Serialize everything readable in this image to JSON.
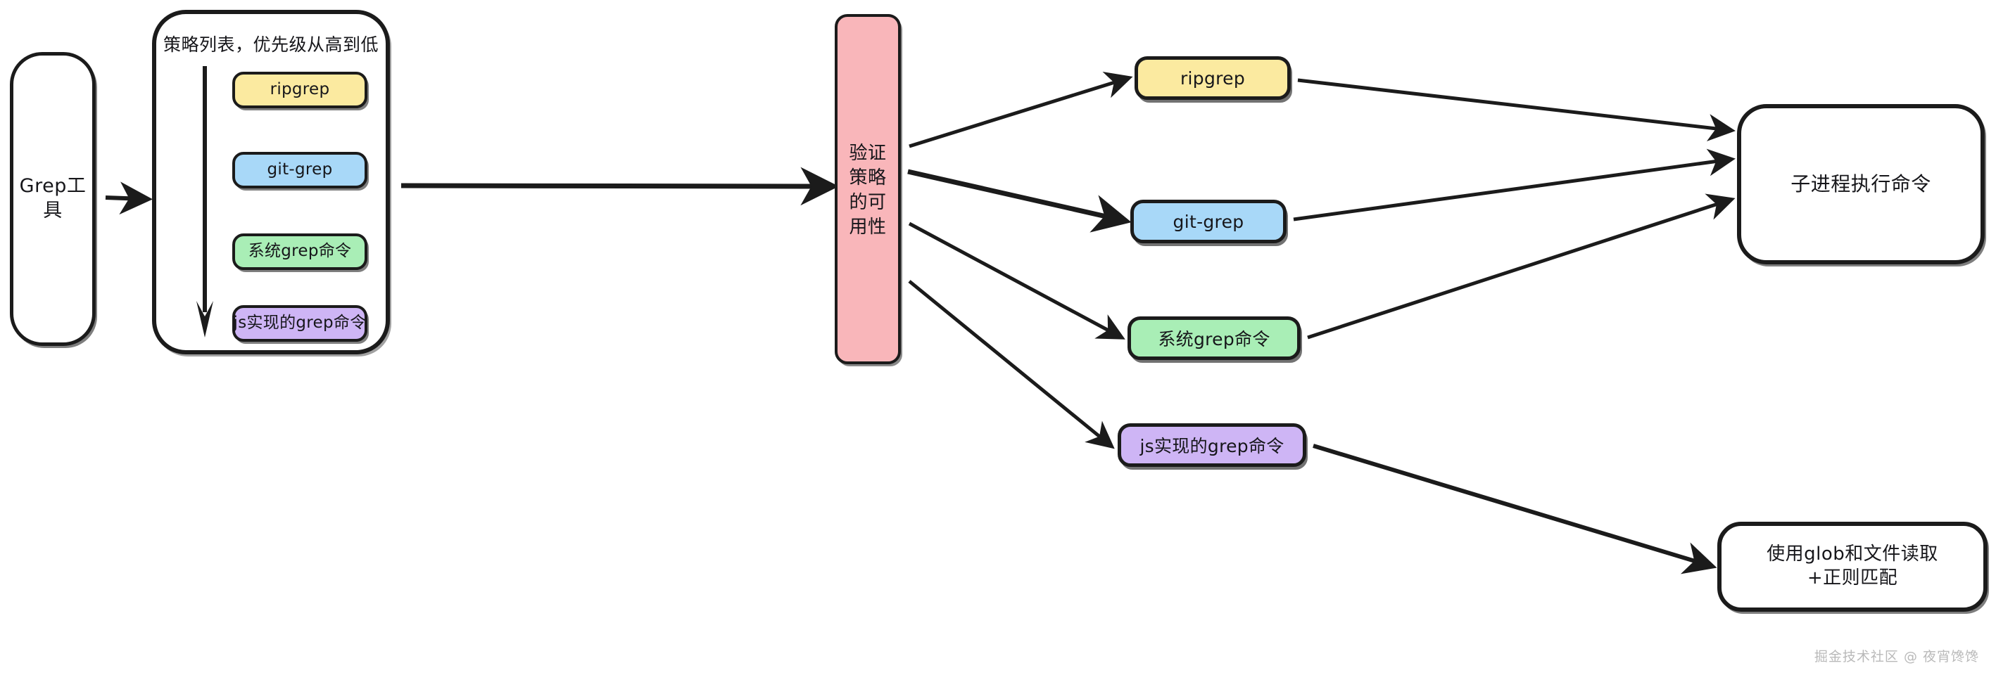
{
  "diagram": {
    "title_watermark": "掘金技术社区 @ 夜宵馋馋",
    "entry": {
      "label": "Grep工具"
    },
    "strategy_list": {
      "title": "策略列表，优先级从高到低",
      "priority_arrow_hint": "down-arrow",
      "items": [
        {
          "label": "ripgrep",
          "color": "#fbeaa0"
        },
        {
          "label": "git-grep",
          "color": "#a8d8f8"
        },
        {
          "label": "系统grep命令",
          "color": "#a9eeb6"
        },
        {
          "label": "js实现的grep命令",
          "color": "#ceb5f5"
        }
      ]
    },
    "validator": {
      "color": "#f9b6ba",
      "lines": [
        "验证",
        "策略",
        "的可",
        "用性"
      ]
    },
    "results": [
      {
        "label": "ripgrep",
        "color": "#fbeaa0"
      },
      {
        "label": "git-grep",
        "color": "#a8d8f8"
      },
      {
        "label": "系统grep命令",
        "color": "#a9eeb6"
      },
      {
        "label": "js实现的grep命令",
        "color": "#ceb5f5"
      }
    ],
    "outcomes": {
      "exec": {
        "label": "子进程执行命令"
      },
      "glob": {
        "line1": "使用glob和文件读取",
        "line2": "+正则匹配"
      }
    }
  }
}
